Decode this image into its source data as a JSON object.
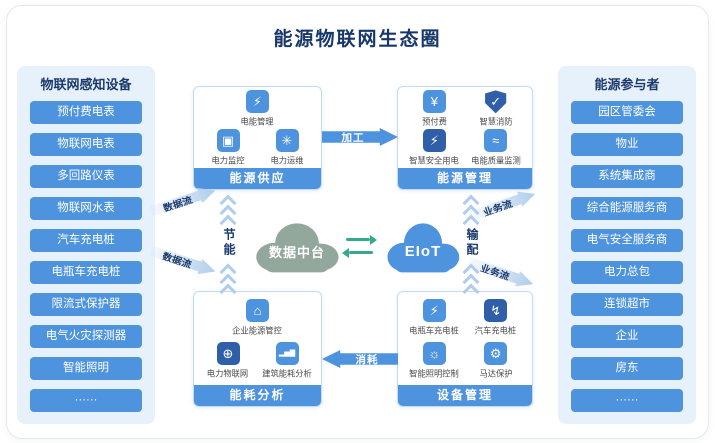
{
  "title": "能源物联网生态圈",
  "left_panel": {
    "title": "物联网感知设备",
    "items": [
      "预付费电表",
      "物联网电表",
      "多回路仪表",
      "物联网水表",
      "汽车充电桩",
      "电瓶车充电桩",
      "限流式保护器",
      "电气火灾探测器",
      "智能照明",
      "······"
    ]
  },
  "right_panel": {
    "title": "能源参与者",
    "items": [
      "园区管委会",
      "物业",
      "系统集成商",
      "综合能源服务商",
      "电气安全服务商",
      "电力总包",
      "连锁超市",
      "企业",
      "房东",
      "······"
    ]
  },
  "modules": {
    "supply": {
      "label": "能源供应",
      "items": [
        {
          "label": "电能管理",
          "icon": "meter-icon",
          "glyph": "⚡"
        },
        {
          "label": "电力监控",
          "icon": "monitor-icon",
          "glyph": "▣"
        },
        {
          "label": "电力运维",
          "icon": "maintenance-icon",
          "glyph": "✳"
        }
      ]
    },
    "management": {
      "label": "能源管理",
      "items": [
        {
          "label": "预付费",
          "icon": "prepaid-icon",
          "glyph": "¥"
        },
        {
          "label": "智慧消防",
          "icon": "fire-shield-icon",
          "glyph": "✓"
        },
        {
          "label": "智慧安全用电",
          "icon": "safe-power-icon",
          "glyph": "⚡"
        },
        {
          "label": "电能质量监测",
          "icon": "power-quality-icon",
          "glyph": "≈"
        }
      ]
    },
    "analysis": {
      "label": "能耗分析",
      "items": [
        {
          "label": "企业能源管控",
          "icon": "enterprise-energy-icon",
          "glyph": "⌂"
        },
        {
          "label": "电力物联网",
          "icon": "power-iot-globe-icon",
          "glyph": "⊕"
        },
        {
          "label": "建筑能耗分析",
          "icon": "building-energy-chart-icon",
          "glyph": "▂▅▇"
        }
      ]
    },
    "devices": {
      "label": "设备管理",
      "items": [
        {
          "label": "电瓶车充电桩",
          "icon": "ebike-charging-icon",
          "glyph": "⚡"
        },
        {
          "label": "汽车充电桩",
          "icon": "car-charging-icon",
          "glyph": "↯"
        },
        {
          "label": "智能照明控制",
          "icon": "lighting-icon",
          "glyph": "☼"
        },
        {
          "label": "马达保护",
          "icon": "motor-protection-icon",
          "glyph": "⚙"
        }
      ]
    }
  },
  "center": {
    "data_platform_label": "数据中台",
    "eiot_label": "EIoT"
  },
  "flows": {
    "processing": "加工",
    "consumption": "消耗",
    "energy_saving": "节能",
    "distribution": "输配",
    "data_flow_top": "数据流",
    "data_flow_bottom": "数据流",
    "business_flow_top": "业务流",
    "business_flow_bottom": "业务流"
  },
  "colors": {
    "accent_blue": "#4E93DD",
    "dark_tile_blue": "#2F5FA8",
    "panel_bg": "#E7F1FC",
    "navy_text": "#1B3A6B",
    "cloud_green": "#93A89D",
    "cloud_blue": "#4E93DD",
    "sync_teal": "#35A98B",
    "soft_arrow_blue": "#AFCDEC"
  }
}
